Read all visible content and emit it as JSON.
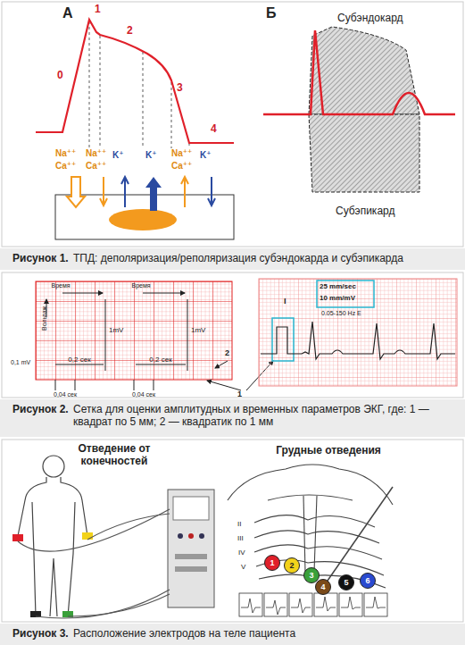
{
  "diagram": {
    "nodes": [
      {
        "text": [
          "1"
        ]
      },
      {
        "text": [
          "2"
        ]
      },
      {
        "text": [
          "3"
        ]
      },
      {
        "text": [
          "4"
        ]
      },
      {
        "text": [
          "5"
        ]
      },
      {
        "text": [
          "6"
        ]
      }
    ],
    "labels": [
      "А",
      "1",
      "2",
      "0",
      "3",
      "4",
      "Na⁺⁺",
      "Ca⁺⁺",
      "Na⁺⁺",
      "Ca⁺⁺",
      "K⁺",
      "K⁺",
      "Na⁺⁺",
      "Ca⁺⁺",
      "K⁺",
      "Б",
      "Субэндокард",
      "Субэпикард",
      "Рисунок 1.",
      "ТПД: деполяризация/реполяризация субэндокарда и субэпикарда",
      "Время",
      "Время",
      "Вольтаж",
      "1mV",
      "1mV",
      "0,2 сек",
      "0,2 сек",
      "0,1 mV",
      "0,04 сек",
      "0,04 сек",
      "2",
      "1",
      "25 mm/sec",
      "10 mm/mV",
      "I",
      "0.05-150 Hz E",
      "Рисунок 2.",
      "Сетка для оценки амплитудных и временных параметров ЭКГ, где: 1 — квадрат по 5 мм; 2 — квадратик по 1 мм",
      "Отведение от конечностей",
      "Грудные отведения",
      "II",
      "III",
      "IV",
      "V",
      "Рисунок 3.",
      "Расположение электродов на теле пациента"
    ]
  }
}
